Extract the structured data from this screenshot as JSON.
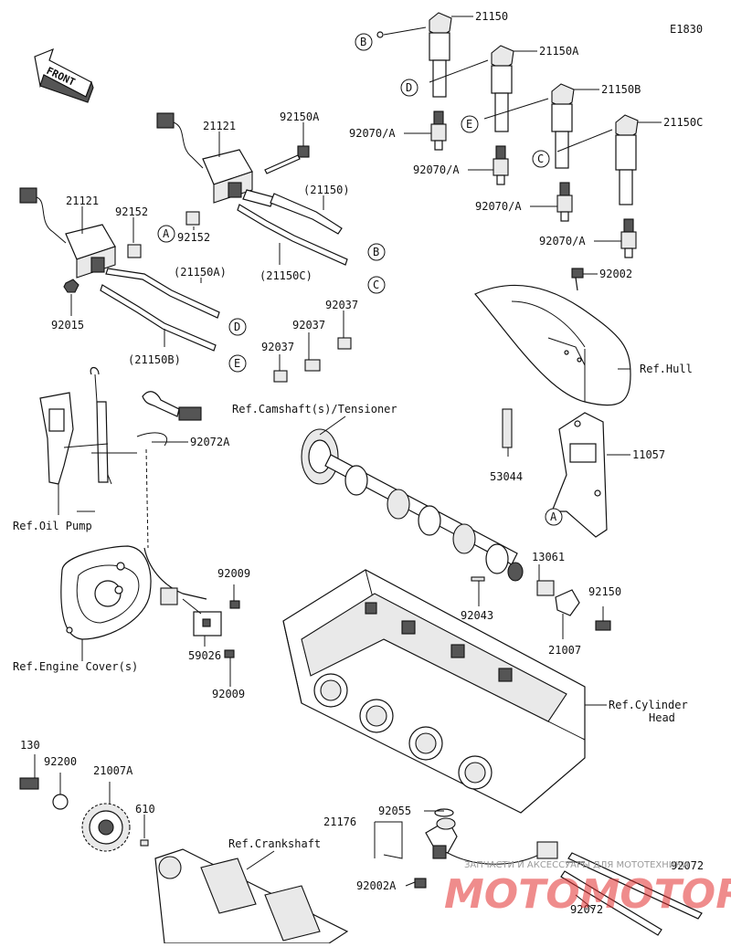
{
  "diagram_code": "E1830",
  "front_label": "FRONT",
  "callouts": {
    "p21150": "21150",
    "p21150A": "21150A",
    "p21150B": "21150B",
    "p21150C": "21150C",
    "p92150A": "92150A",
    "p21121a": "21121",
    "p21121b": "21121",
    "p92152a": "92152",
    "p92152b": "92152",
    "p92015": "92015",
    "r21150": "(21150)",
    "r21150A": "(21150A)",
    "r21150B": "(21150B)",
    "r21150C": "(21150C)",
    "p92070a": "92070/A",
    "p92070b": "92070/A",
    "p92070c": "92070/A",
    "p92070d": "92070/A",
    "p92002": "92002",
    "p92037a": "92037",
    "p92037b": "92037",
    "p92037c": "92037",
    "p92072A": "92072A",
    "p53044": "53044",
    "p11057": "11057",
    "p13061": "13061",
    "p92150": "92150",
    "p92043": "92043",
    "p21007": "21007",
    "p92009a": "92009",
    "p92009b": "92009",
    "p59026": "59026",
    "p130": "130",
    "p92200": "92200",
    "p21007A": "21007A",
    "p610": "610",
    "p21176": "21176",
    "p92055": "92055",
    "p92002A": "92002A",
    "p92072a": "92072",
    "p92072b": "92072"
  },
  "refs": {
    "hull": "Ref.Hull",
    "oil_pump": "Ref.Oil Pump",
    "camshaft": "Ref.Camshaft(s)/Tensioner",
    "engine_cover": "Ref.Engine Cover(s)",
    "cyl_head_1": "Ref.Cylinder",
    "cyl_head_2": "Head",
    "crankshaft": "Ref.Crankshaft"
  },
  "markers": {
    "A": "A",
    "B": "B",
    "C": "C",
    "D": "D",
    "E": "E"
  },
  "watermark": {
    "small": "ЗАПЧАСТИ И АКСЕССУАРЫ ДЛЯ МОТОТЕХНИКИ",
    "big": "MOTOMOTOR.RU"
  },
  "colors": {
    "line": "#111111",
    "watermark_red": "#e23030",
    "watermark_grey": "#9a9a9a"
  }
}
